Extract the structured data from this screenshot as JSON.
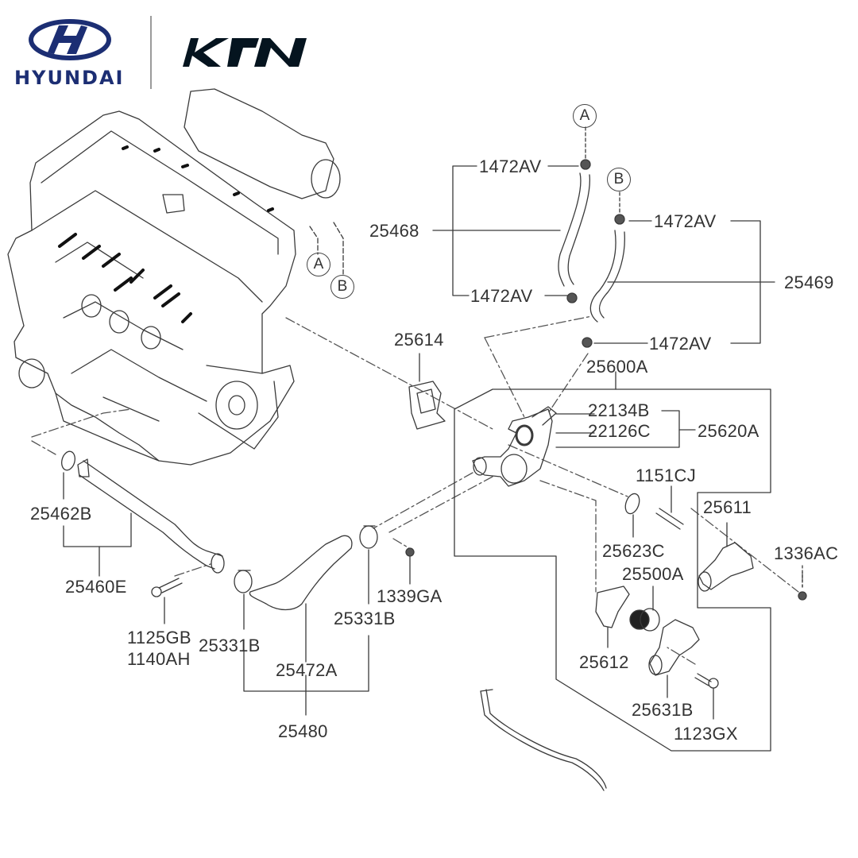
{
  "brands": {
    "hyundai": {
      "name": "HYUNDAI",
      "color": "#1c2e73"
    },
    "kia": {
      "name": "KIA",
      "color": "#05141f"
    }
  },
  "diagram": {
    "title": "Engine coolant pipe & hose / thermostat assembly",
    "reference_markers": [
      "A",
      "B"
    ],
    "part_labels": {
      "p1472av_top_a": "1472AV",
      "p1472av_top_b": "1472AV",
      "p1472av_mid": "1472AV",
      "p1472av_bot": "1472AV",
      "p25468": "25468",
      "p25469": "25469",
      "p25614": "25614",
      "p25600a": "25600A",
      "p22134b": "22134B",
      "p22126c": "22126C",
      "p25620a": "25620A",
      "p1151cj": "1151CJ",
      "p25611": "25611",
      "p25623c": "25623C",
      "p1336ac": "1336AC",
      "p25500a": "25500A",
      "p25612": "25612",
      "p25631b": "25631B",
      "p1123gx": "1123GX",
      "p25462b": "25462B",
      "p25460e": "25460E",
      "p1125gb": "1125GB",
      "p1140ah": "1140AH",
      "p25331b_left": "25331B",
      "p25331b_right": "25331B",
      "p1339ga": "1339GA",
      "p25472a": "25472A",
      "p25480": "25480"
    }
  }
}
